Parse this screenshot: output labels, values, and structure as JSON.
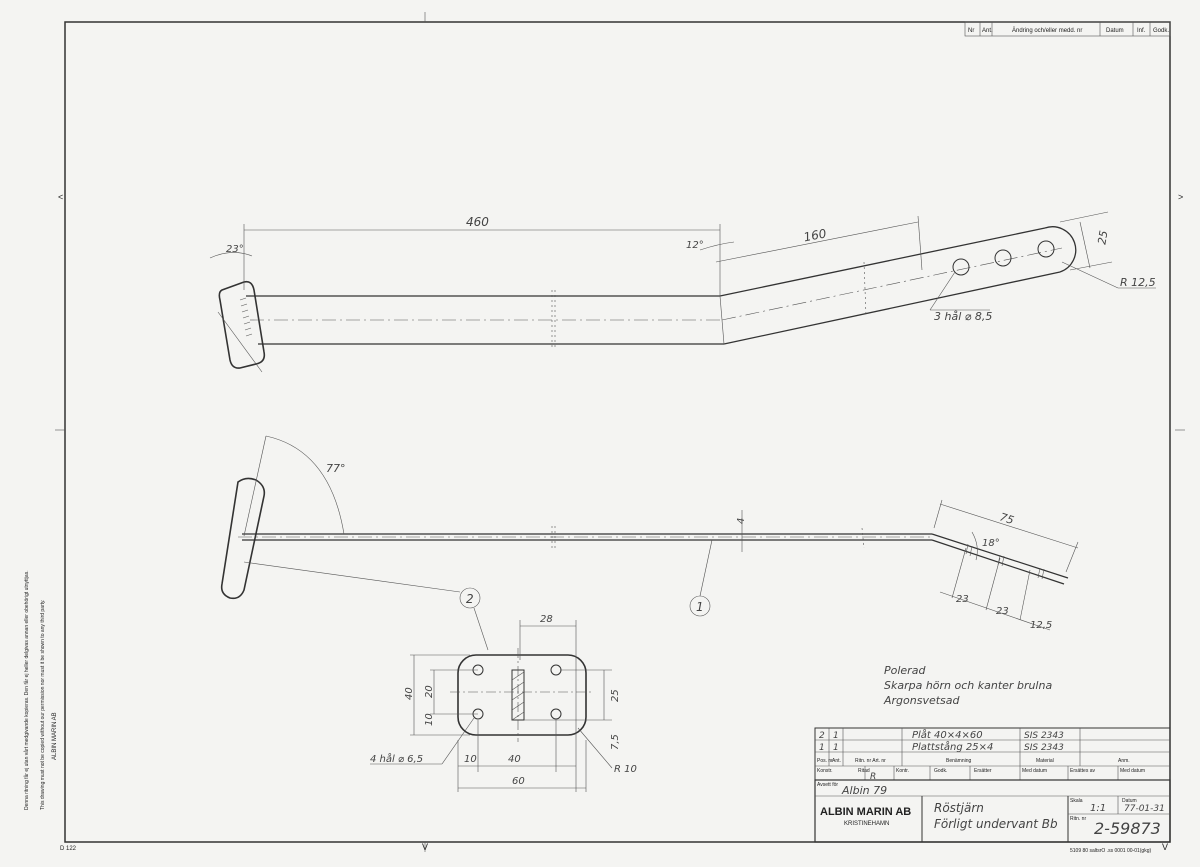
{
  "revision_table": {
    "headers": [
      "Nr",
      "Ant.",
      "Ändring och/eller medd. nr",
      "Datum",
      "Inf.",
      "Godk."
    ]
  },
  "view_top": {
    "dim_length": "460",
    "dim_angle_left": "23°",
    "dim_angle_bend": "12°",
    "dim_bent_length": "160",
    "dim_width": "25",
    "dim_radius": "R 12,5",
    "dim_holes": "3 hål ⌀ 8,5"
  },
  "view_side": {
    "dim_angle": "77°",
    "dim_thickness": "4",
    "dim_75": "75",
    "dim_angle_bend": "18°",
    "dim_23a": "23",
    "dim_23b": "23",
    "dim_125": "12,5",
    "balloon_1": "1",
    "balloon_2": "2"
  },
  "view_plate": {
    "dim_28": "28",
    "dim_40_vert": "40",
    "dim_20": "20",
    "dim_10_vert": "10",
    "dim_25": "25",
    "dim_75": "7,5",
    "dim_10_horiz": "10",
    "dim_40_horiz": "40",
    "dim_60": "60",
    "dim_holes": "4 hål ⌀ 6,5",
    "dim_radius": "R 10"
  },
  "notes": [
    "Polerad",
    "Skarpa hörn och kanter brulna",
    "Argonsvetsad"
  ],
  "parts_list": [
    {
      "pos": "2",
      "ant": "1",
      "name": "Plåt  40×4×60",
      "material": "SIS 2343"
    },
    {
      "pos": "1",
      "ant": "1",
      "name": "Plattstång  25×4",
      "material": "SIS 2343"
    }
  ],
  "parts_headers": {
    "pos": "Pos. nr",
    "ant": "Ant.",
    "ritn": "Ritn. nr Art. nr",
    "benamning": "Benämning",
    "material": "Material",
    "anm": "Anm."
  },
  "title_block": {
    "konstr": "Konstr.",
    "ritad": "Ritad",
    "ritad_sign": "R",
    "kontr": "Kontr.",
    "godk": "Godk.",
    "ersatter": "Ersätter",
    "med_datum": "Med datum",
    "ersattes_av": "Ersättes av",
    "med_datum2": "Med datum",
    "avsett_for_label": "Avsett för",
    "avsett_for": "Albin 79",
    "company": "ALBIN MARIN AB",
    "city": "KRISTINEHAMN",
    "title_line1": "Röstjärn",
    "title_line2": "Förligt undervant Bb",
    "skala_label": "Skala",
    "skala": "1:1",
    "datum_label": "Datum",
    "datum": "77-01-31",
    "ritn_label": "Ritn. nr",
    "drawing_no": "2-59873",
    "footer_code": "5109  80 saltsrO  .ss 0001  00-01(gkg)"
  },
  "margin_text": {
    "sheet_code": "D 122",
    "left_notice": "Denna ritning får ej utan vårt medgivande kopieras. Den får ej heller delgivas annan eller obehörigt utnyttjas.",
    "right_notice": "This drawing must not be copied without our permission nor must it be shown to any third party.",
    "company_vertical": "ALBIN MARIN AB"
  }
}
